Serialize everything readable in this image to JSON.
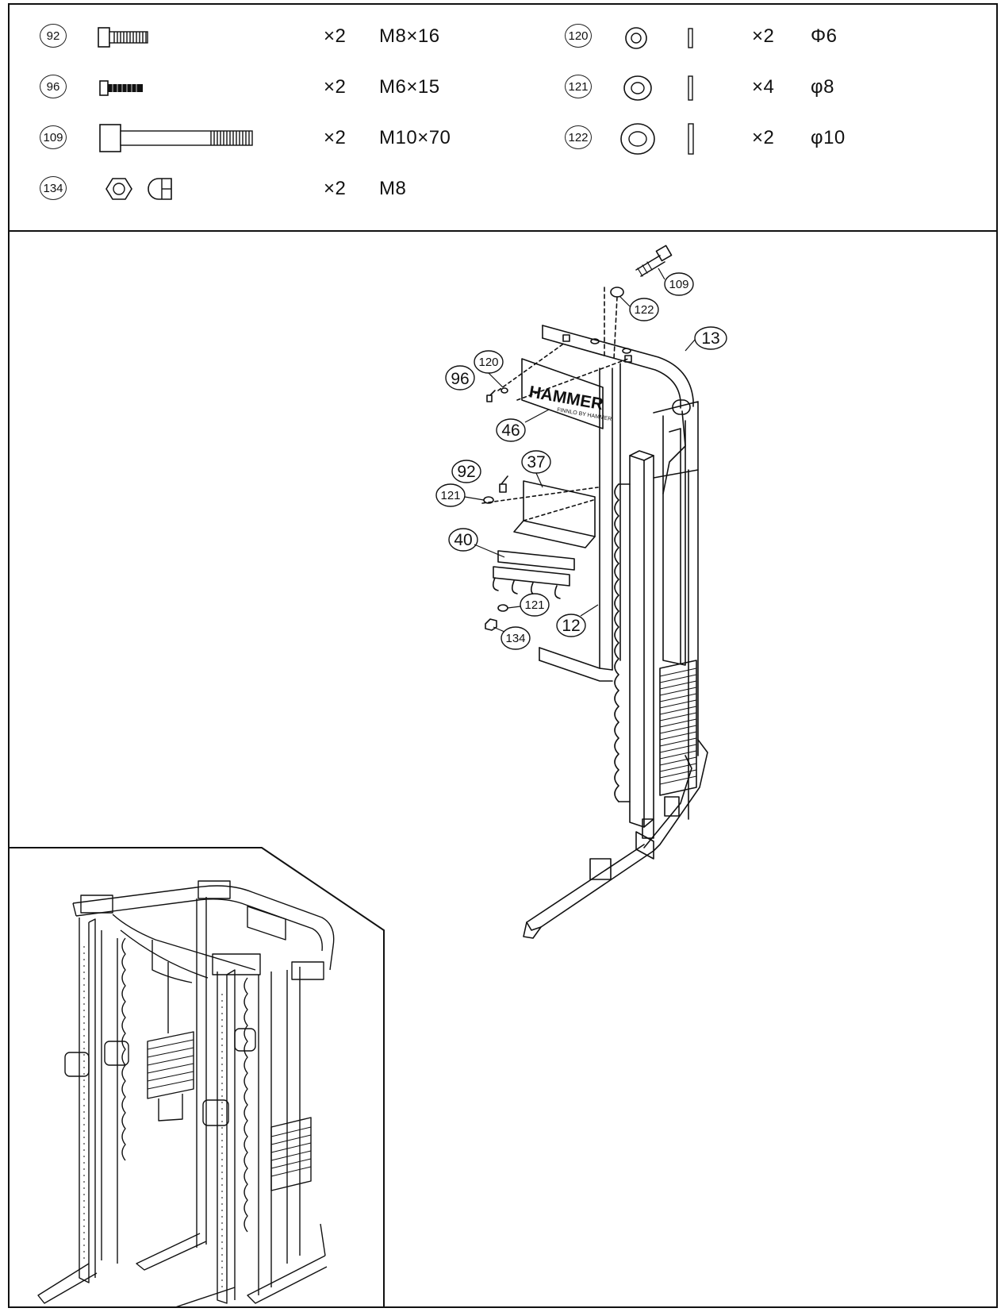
{
  "parts": [
    {
      "id": "92",
      "qty": "×2",
      "size": "M8×16",
      "icon": "short-bolt-icon"
    },
    {
      "id": "96",
      "qty": "×2",
      "size": "M6×15",
      "icon": "small-bolt-icon"
    },
    {
      "id": "109",
      "qty": "×2",
      "size": "M10×70",
      "icon": "long-bolt-icon"
    },
    {
      "id": "134",
      "qty": "×2",
      "size": "M8",
      "icon": "hex-nut-icon"
    },
    {
      "id": "120",
      "qty": "×2",
      "size": "Φ6",
      "icon": "small-washer-icon"
    },
    {
      "id": "121",
      "qty": "×4",
      "size": "φ8",
      "icon": "medium-washer-icon"
    },
    {
      "id": "122",
      "qty": "×2",
      "size": "φ10",
      "icon": "large-washer-icon"
    }
  ],
  "callouts": {
    "c109": "109",
    "c122": "122",
    "c13": "13",
    "c120": "120",
    "c96": "96",
    "c46": "46",
    "c37": "37",
    "c92": "92",
    "c121a": "121",
    "c40": "40",
    "c121b": "121",
    "c134": "134",
    "c12": "12"
  },
  "logo": {
    "brand": "HAMMER",
    "sub": "FINNLO BY HAMMER"
  }
}
